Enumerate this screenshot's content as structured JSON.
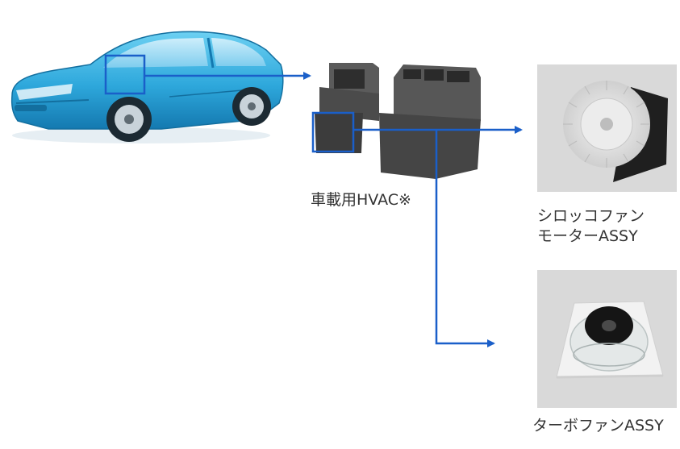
{
  "labels": {
    "hvac": "車載用HVAC※",
    "sirocco_line1": "シロッコファン",
    "sirocco_line2": "モーターASSY",
    "turbo": "ターボファンASSY"
  },
  "icons": [
    "car-icon",
    "hvac-unit-icon",
    "sirocco-fan-motor-photo",
    "turbo-fan-photo"
  ],
  "colors": {
    "arrow": "#1a5fc9",
    "car_body": "#2ea8dc",
    "car_dark": "#1479b0",
    "hvac": "#4a4a4a",
    "photo_bg": "#d9d9d9",
    "label": "#333333"
  }
}
